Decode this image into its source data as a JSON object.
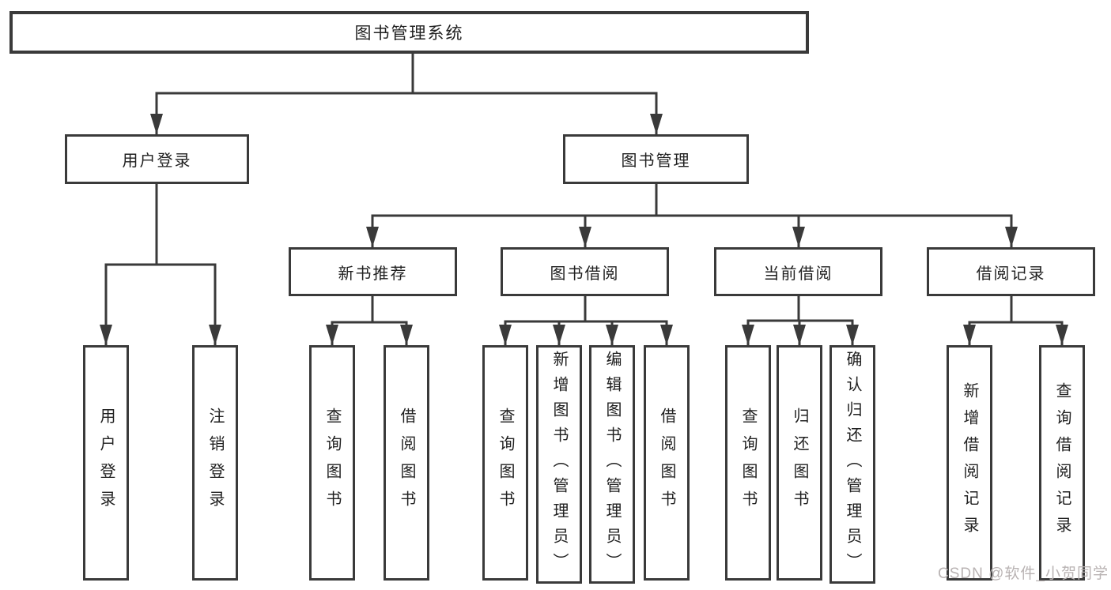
{
  "diagram": {
    "root": "图书管理系统",
    "level2": {
      "user_login": "用户登录",
      "book_mgmt": "图书管理"
    },
    "level3": {
      "new_book": "新书推荐",
      "book_borrow": "图书借阅",
      "current_borrow": "当前借阅",
      "borrow_record": "借阅记录"
    },
    "leaves": {
      "login": "用户登录",
      "logout": "注销登录",
      "nb_query": "查询图书",
      "nb_borrow": "借阅图书",
      "bb_query": "查询图书",
      "bb_add": "新增图书（管理员）",
      "bb_edit": "编辑图书（管理员）",
      "bb_borrow": "借阅图书",
      "cb_query": "查询图书",
      "cb_return": "归还图书",
      "cb_confirm": "确认归还（管理员）",
      "br_add": "新增借阅记录",
      "br_query": "查询借阅记录"
    }
  },
  "watermark": "CSDN @软件_小贺同学",
  "colors": {
    "line": "#3a3a3a",
    "text": "#212121",
    "watermark": "#b9b3b3",
    "background": "#ffffff"
  }
}
